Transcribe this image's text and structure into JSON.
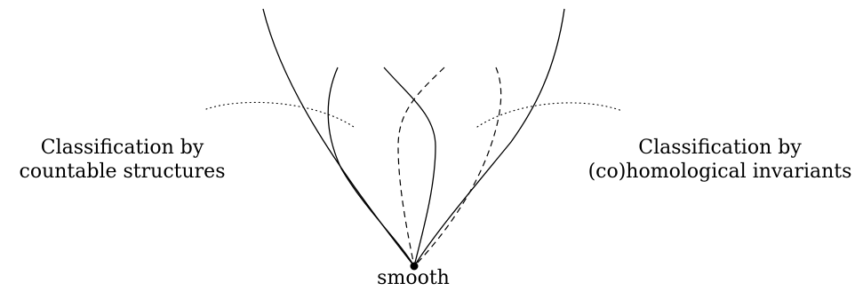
{
  "labels": {
    "left_line1": "Classification by",
    "left_line2": "countable structures",
    "right_line1": "Classification by",
    "right_line2": "(co)homological invariants",
    "bottom": "smooth"
  },
  "colors": {
    "ink": "#000000",
    "background": "#ffffff"
  }
}
